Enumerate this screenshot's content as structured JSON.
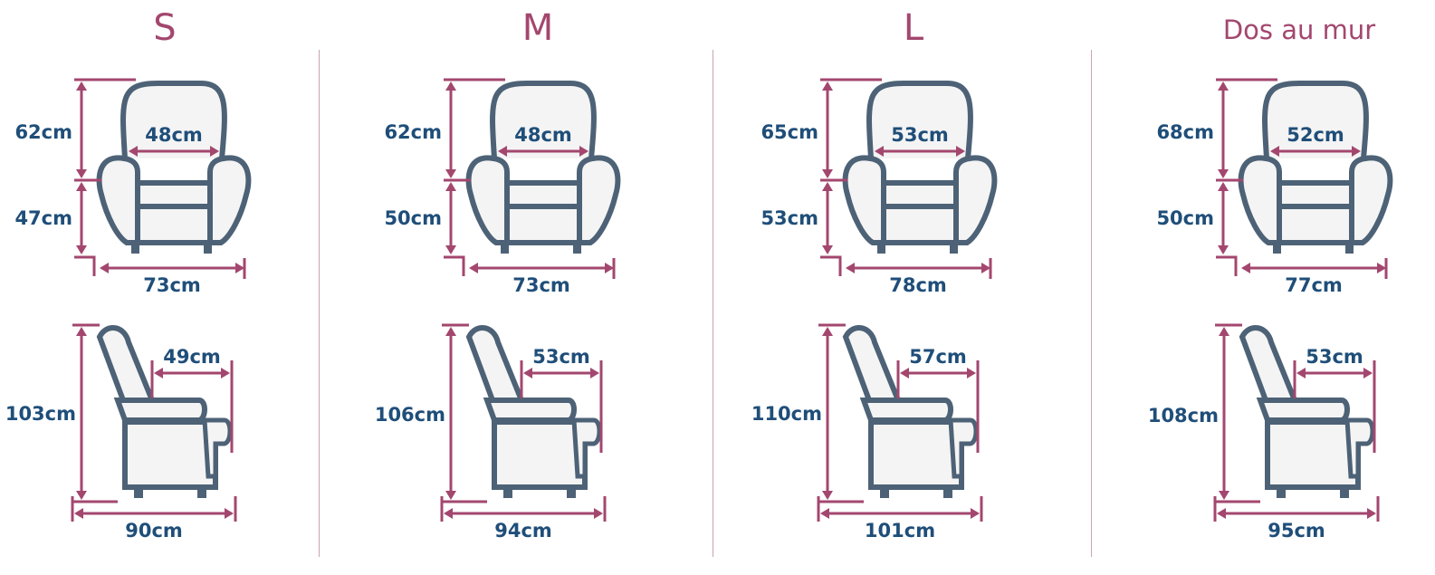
{
  "colors": {
    "accent": "#a3476f",
    "label": "#1f4e79",
    "chair_stroke": "#4d6276",
    "chair_fill": "#f4f4f4",
    "divider": "#c9a3b3"
  },
  "models": [
    {
      "title": "S",
      "front": {
        "back_height": "62cm",
        "seat_width": "48cm",
        "seat_height": "47cm",
        "total_width": "73cm"
      },
      "side": {
        "total_height": "103cm",
        "seat_depth": "49cm",
        "total_depth": "90cm"
      }
    },
    {
      "title": "M",
      "front": {
        "back_height": "62cm",
        "seat_width": "48cm",
        "seat_height": "50cm",
        "total_width": "73cm"
      },
      "side": {
        "total_height": "106cm",
        "seat_depth": "53cm",
        "total_depth": "94cm"
      }
    },
    {
      "title": "L",
      "front": {
        "back_height": "65cm",
        "seat_width": "53cm",
        "seat_height": "53cm",
        "total_width": "78cm"
      },
      "side": {
        "total_height": "110cm",
        "seat_depth": "57cm",
        "total_depth": "101cm"
      }
    },
    {
      "title": "Dos au mur",
      "front": {
        "back_height": "68cm",
        "seat_width": "52cm",
        "seat_height": "50cm",
        "total_width": "77cm"
      },
      "side": {
        "total_height": "108cm",
        "seat_depth": "53cm",
        "total_depth": "95cm"
      }
    }
  ]
}
